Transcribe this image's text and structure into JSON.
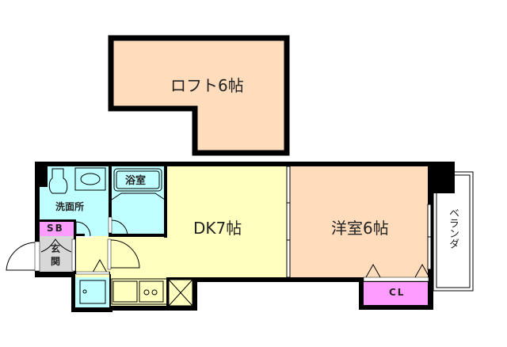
{
  "floorplan": {
    "colors": {
      "loft": "#ffdcbb",
      "western_room": "#ffdcbb",
      "dk": "#ffffc0",
      "wet_area": "#c0ffff",
      "entrance": "#d8d8d8",
      "sb": "#ff9cff",
      "cl": "#ff9cff",
      "wall": "#000000",
      "balcony": "#ffffff"
    },
    "rooms": {
      "loft": {
        "label": "ロフト6帖"
      },
      "dk": {
        "label": "DK7帖"
      },
      "western_room": {
        "label": "洋室6帖"
      },
      "bathroom": {
        "label": "浴室"
      },
      "washroom": {
        "label": "洗面所"
      },
      "shoe_box": {
        "label": "SB"
      },
      "entrance": {
        "label_line1": "玄",
        "label_line2": "関"
      },
      "closet": {
        "label": "CL"
      },
      "balcony": {
        "label": "ベランダ"
      }
    }
  }
}
